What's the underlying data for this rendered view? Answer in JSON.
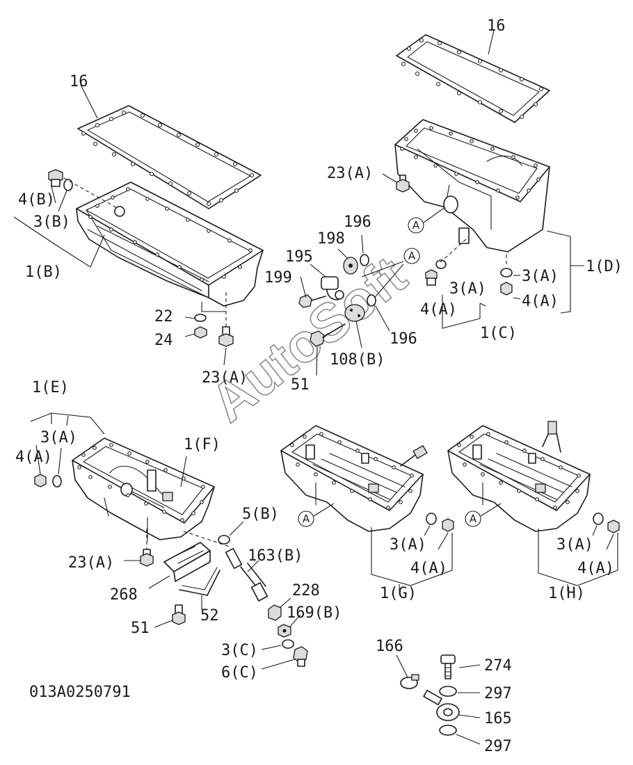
{
  "watermark": "AutoSoft",
  "drawing_code": "013A0250791",
  "circle_marker": "A",
  "labels": {
    "l16_left": "16",
    "l16_right": "16",
    "l4b": "4(B)",
    "l3b": "3(B)",
    "l1b": "1(B)",
    "l22": "22",
    "l24": "24",
    "l23a_mid": "23(A)",
    "l23a_top": "23(A)",
    "l196_top": "196",
    "l198": "198",
    "l195": "195",
    "l199": "199",
    "l196_bot": "196",
    "l108b": "108(B)",
    "l51_top": "51",
    "l3a_c": "3(A)",
    "l4a_c": "4(A)",
    "l1c": "1(C)",
    "l3a_d": "3(A)",
    "l4a_d": "4(A)",
    "l1d": "1(D)",
    "l1e": "1(E)",
    "l3a_e": "3(A)",
    "l4a_e": "4(A)",
    "l1f": "1(F)",
    "l5b": "5(B)",
    "l23a_low": "23(A)",
    "l163b": "163(B)",
    "l268": "268",
    "l228": "228",
    "l52": "52",
    "l169b": "169(B)",
    "l51_low": "51",
    "l3c": "3(C)",
    "l6c": "6(C)",
    "l3a_g": "3(A)",
    "l4a_g": "4(A)",
    "l1g": "1(G)",
    "l3a_h": "3(A)",
    "l4a_h": "4(A)",
    "l1h": "1(H)",
    "l166": "166",
    "l274": "274",
    "l297_top": "297",
    "l165": "165",
    "l297_bot": "297"
  }
}
